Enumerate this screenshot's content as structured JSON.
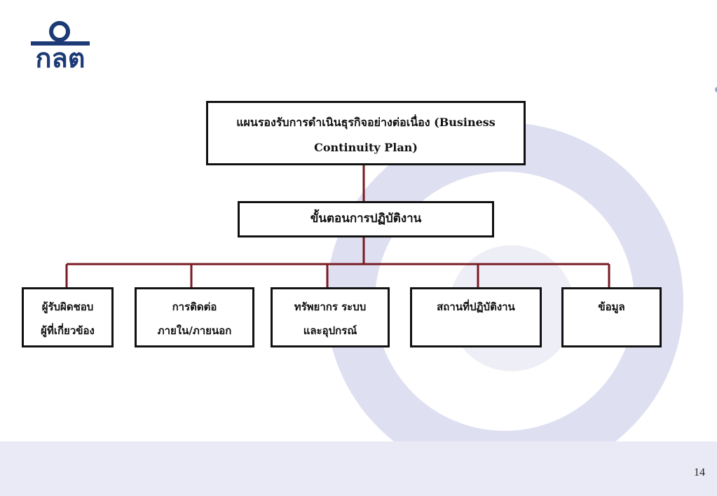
{
  "colors": {
    "connector": "#7a1a24",
    "box_border": "#111111",
    "watermark": "#d6d8ee",
    "logo": "#1c3a76",
    "footer_band": "#eaeaf6"
  },
  "logo": {
    "icon": "sec-logo-icon",
    "text": "กลต"
  },
  "diagram": {
    "root": {
      "line1": "แผนรองรับการดำเนินธุรกิจอย่างต่อเนื่อง (Business",
      "line2": "Continuity Plan)"
    },
    "mid": {
      "label": "ขั้นตอนการปฏิบัติงาน"
    },
    "leaves": [
      {
        "line1": "ผู้รับผิดชอบ",
        "line2": "ผู้ที่เกี่ยวข้อง"
      },
      {
        "line1": "การติดต่อ",
        "line2": "ภายใน/ภายนอก"
      },
      {
        "line1": "ทรัพยากร ระบบ",
        "line2": "และอุปกรณ์"
      },
      {
        "line1": "สถานที่ปฏิบัติงาน",
        "line2": ""
      },
      {
        "line1": "ข้อมูล",
        "line2": ""
      }
    ]
  },
  "footer": {
    "page_number": "14"
  }
}
